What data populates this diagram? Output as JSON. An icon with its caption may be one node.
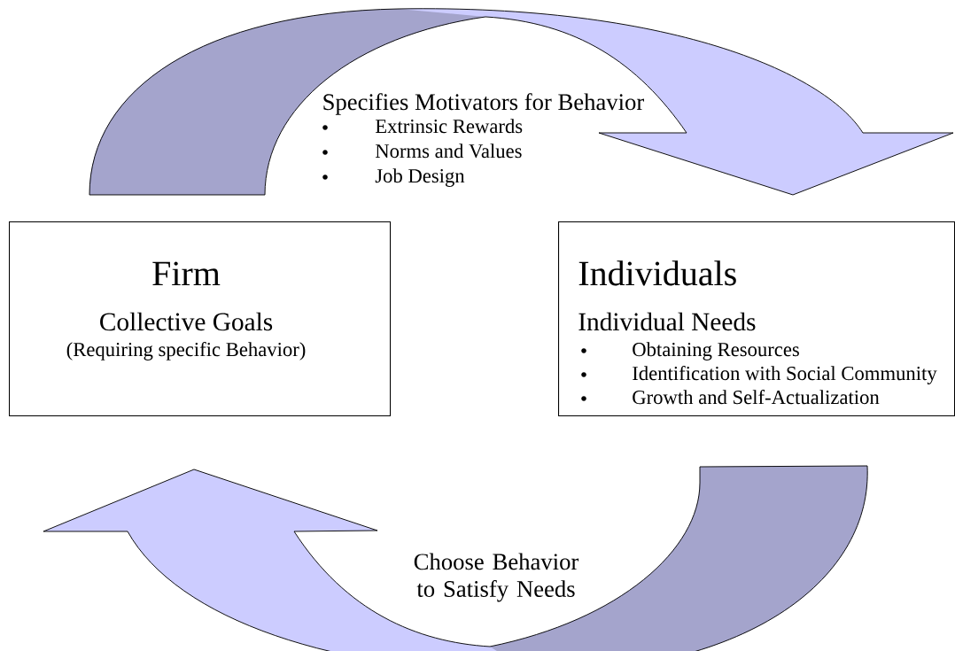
{
  "diagram": {
    "nodes": [
      {
        "text": [
          "Firm",
          "Collective Goals",
          "(Requiring specific Behavior)"
        ]
      },
      {
        "text": [
          "Individuals",
          "Individual Needs",
          "Obtaining Resources",
          "Identification with Social Community",
          "Growth and Self-Actualization"
        ]
      }
    ],
    "edges": [
      {
        "from": 0,
        "to": 1,
        "arrow": "to",
        "label": "Specifies Motivators for Behavior"
      },
      {
        "from": 1,
        "to": 0,
        "arrow": "to",
        "label": "Choose Behavior to Satisfy Needs"
      }
    ],
    "labels": [
      "Extrinsic Rewards",
      "Norms and Values",
      "Job Design"
    ]
  }
}
